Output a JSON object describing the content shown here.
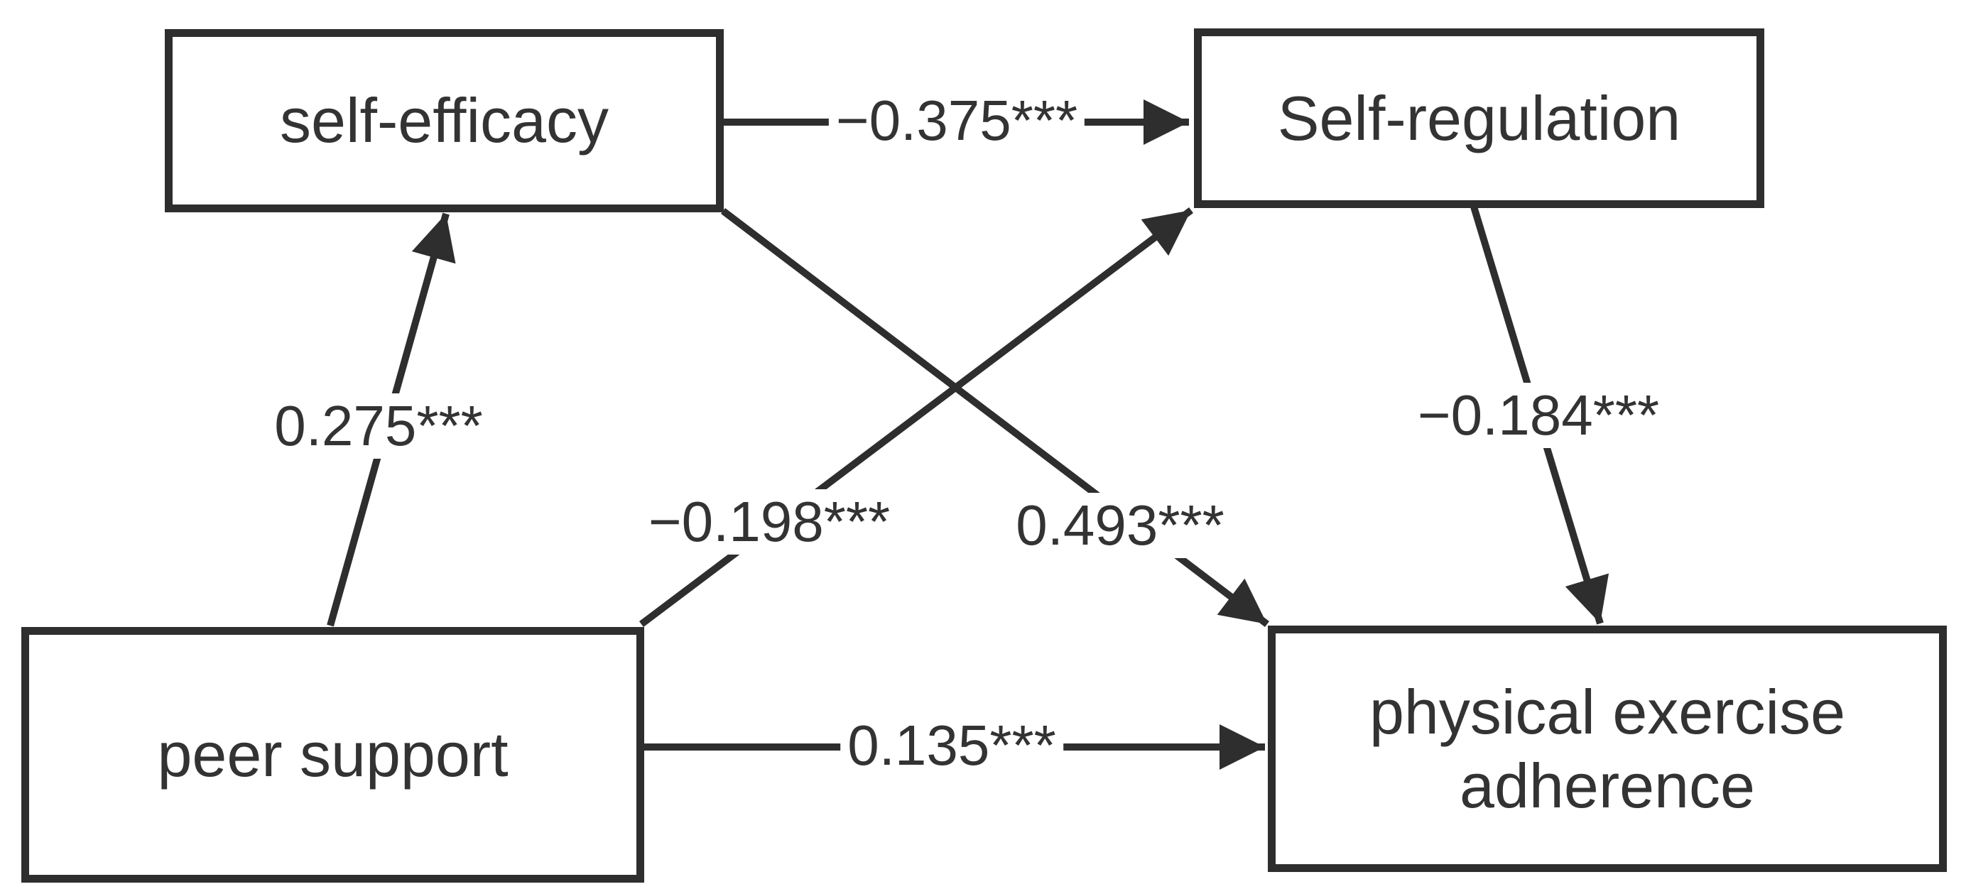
{
  "figure": {
    "type": "path-analysis-diagram",
    "background_color": "#ffffff",
    "ink_color": "#2e2e2e",
    "significance_note": "*** shown on all path coefficients"
  },
  "nodes": [
    {
      "id": "self_efficacy",
      "label": "self-efficacy"
    },
    {
      "id": "self_regulation",
      "label": "Self-regulation"
    },
    {
      "id": "peer_support",
      "label": "peer support"
    },
    {
      "id": "physical_exercise_adherence",
      "label": "physical exercise adherence"
    }
  ],
  "edges": [
    {
      "from": "peer_support",
      "to": "self_efficacy",
      "label": "0.275***",
      "value": 0.275,
      "significance": "***"
    },
    {
      "from": "self_efficacy",
      "to": "self_regulation",
      "label": "−0.375***",
      "value": -0.375,
      "significance": "***"
    },
    {
      "from": "peer_support",
      "to": "self_regulation",
      "label": "−0.198***",
      "value": -0.198,
      "significance": "***"
    },
    {
      "from": "self_efficacy",
      "to": "physical_exercise_adherence",
      "label": "0.493***",
      "value": 0.493,
      "significance": "***"
    },
    {
      "from": "self_regulation",
      "to": "physical_exercise_adherence",
      "label": "−0.184***",
      "value": -0.184,
      "significance": "***"
    },
    {
      "from": "peer_support",
      "to": "physical_exercise_adherence",
      "label": "0.135***",
      "value": 0.135,
      "significance": "***"
    }
  ]
}
